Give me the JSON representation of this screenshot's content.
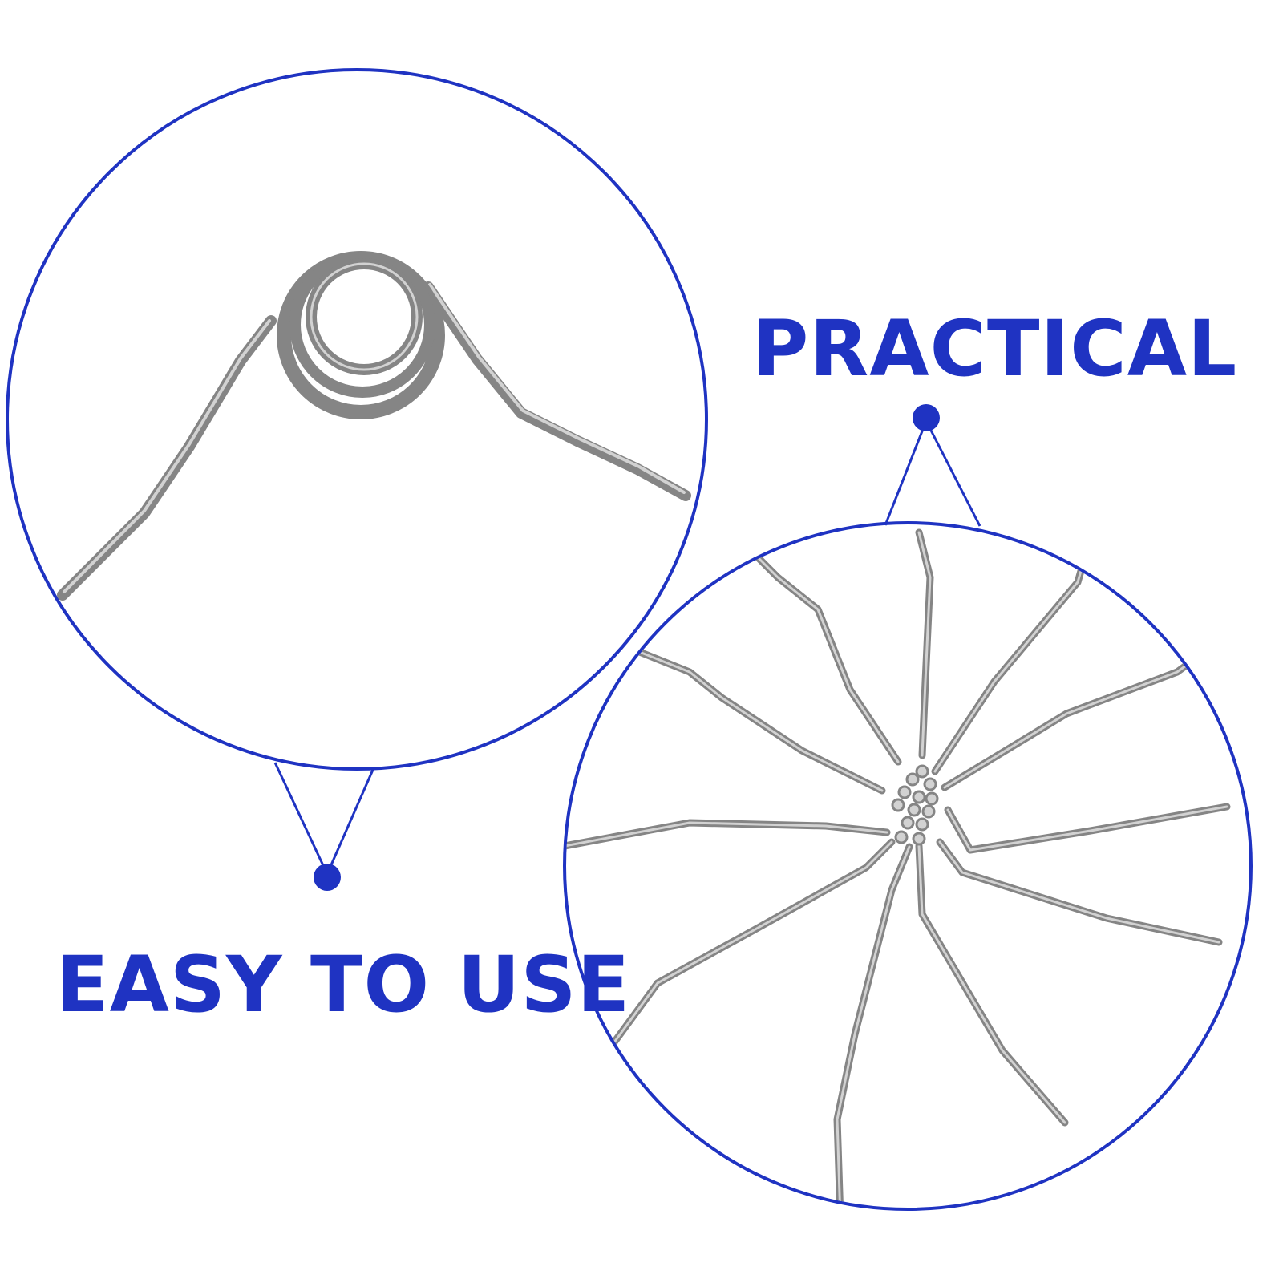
{
  "captions": {
    "practical": "PRACTICAL",
    "easy_to_use": "EASY TO USE"
  },
  "colors": {
    "accent": "#1f33c2",
    "wire": "#858585",
    "wire_highlight": "#d2d2d2",
    "background": "#ffffff"
  },
  "images": {
    "left_circle": "wire-torsion-spring-closeup",
    "right_circle": "multi-arm-wire-spring-cluster"
  }
}
